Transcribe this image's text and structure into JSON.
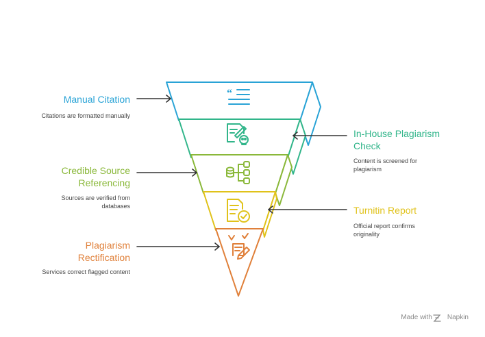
{
  "stages": [
    {
      "title": "Manual Citation",
      "description": "Citations are formatted manually",
      "color": "#29a3d6",
      "icon": "quote-lines-icon"
    },
    {
      "title": "In-House Plagiarism Check",
      "description": "Content is screened for plagiarism",
      "color": "#31b58a",
      "icon": "document-skull-icon"
    },
    {
      "title": "Credible Source Referencing",
      "description": "Sources are verified from databases",
      "color": "#8ab83a",
      "icon": "database-tree-icon"
    },
    {
      "title": "Turnitin Report",
      "description": "Official report confirms originality",
      "color": "#e0c21a",
      "icon": "report-check-icon"
    },
    {
      "title": "Plagiarism Rectification",
      "description": "Services correct flagged content",
      "color": "#e0803a",
      "icon": "document-edit-icon"
    }
  ],
  "footer": {
    "made_with": "Made with",
    "brand": "Napkin",
    "icon": "napkin-logo-icon"
  }
}
